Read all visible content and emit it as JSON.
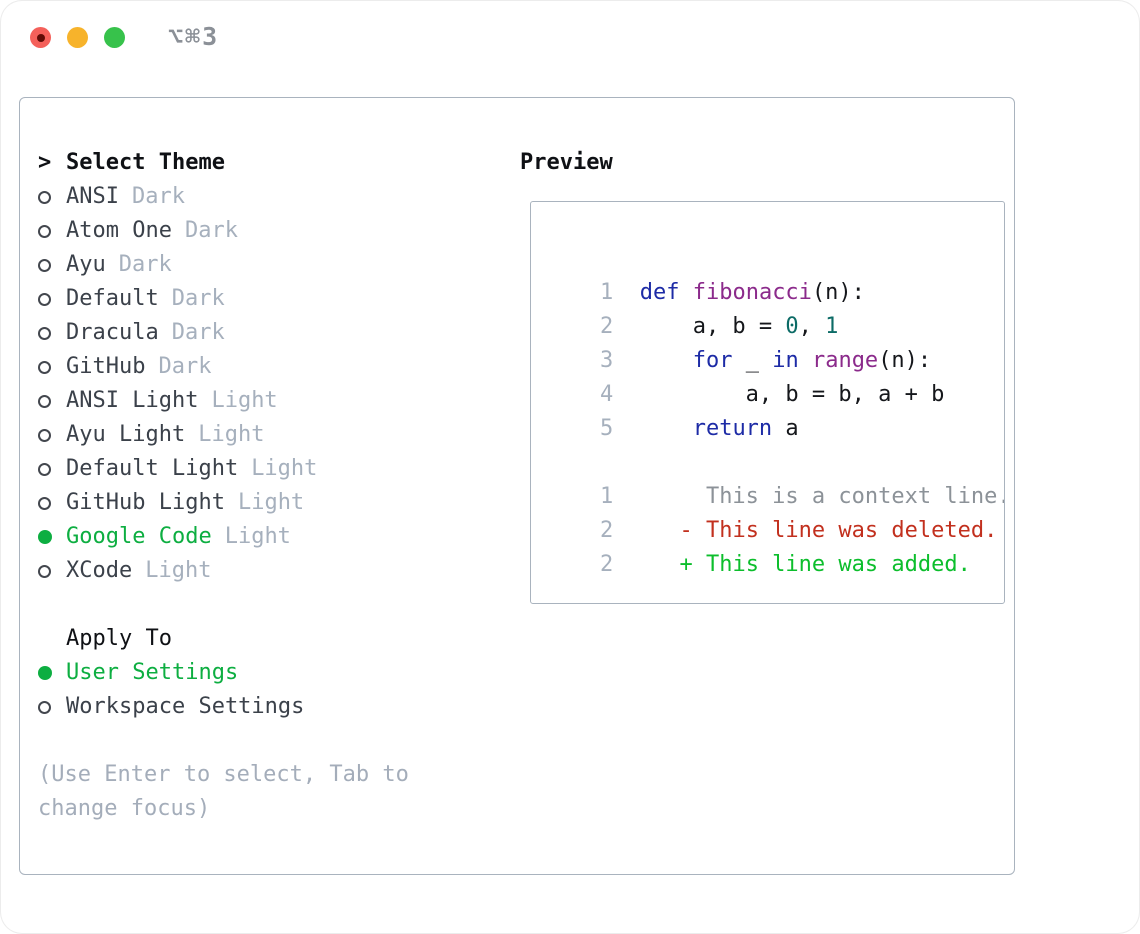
{
  "titlebar": {
    "title": "⌥⌘3",
    "buttons": [
      "close",
      "minimize",
      "zoom"
    ]
  },
  "theme_list": {
    "prompt": ">",
    "title": "Select Theme",
    "items": [
      {
        "name": "ANSI",
        "tag": "Dark",
        "selected": false
      },
      {
        "name": "Atom One",
        "tag": "Dark",
        "selected": false
      },
      {
        "name": "Ayu",
        "tag": "Dark",
        "selected": false
      },
      {
        "name": "Default",
        "tag": "Dark",
        "selected": false
      },
      {
        "name": "Dracula",
        "tag": "Dark",
        "selected": false
      },
      {
        "name": "GitHub",
        "tag": "Dark",
        "selected": false
      },
      {
        "name": "ANSI Light",
        "tag": "Light",
        "selected": false
      },
      {
        "name": "Ayu Light",
        "tag": "Light",
        "selected": false
      },
      {
        "name": "Default Light",
        "tag": "Light",
        "selected": false
      },
      {
        "name": "GitHub Light",
        "tag": "Light",
        "selected": false
      },
      {
        "name": "Google Code",
        "tag": "Light",
        "selected": true
      },
      {
        "name": "XCode",
        "tag": "Light",
        "selected": false
      }
    ]
  },
  "apply_to": {
    "title": "Apply To",
    "options": [
      {
        "label": "User Settings",
        "selected": true
      },
      {
        "label": "Workspace Settings",
        "selected": false
      }
    ]
  },
  "hint": "(Use Enter to select, Tab to change focus)",
  "preview": {
    "title": "Preview",
    "code_lines": [
      {
        "num": "1",
        "segs": [
          {
            "t": "def",
            "c": "kw"
          },
          {
            "t": " ",
            "c": "plain"
          },
          {
            "t": "fibonacci",
            "c": "fn"
          },
          {
            "t": "(n):",
            "c": "plain"
          }
        ]
      },
      {
        "num": "2",
        "segs": [
          {
            "t": "    a, b = ",
            "c": "plain"
          },
          {
            "t": "0",
            "c": "num"
          },
          {
            "t": ", ",
            "c": "plain"
          },
          {
            "t": "1",
            "c": "num"
          }
        ]
      },
      {
        "num": "3",
        "segs": [
          {
            "t": "    ",
            "c": "plain"
          },
          {
            "t": "for",
            "c": "kw"
          },
          {
            "t": " _ ",
            "c": "plain"
          },
          {
            "t": "in",
            "c": "kw"
          },
          {
            "t": " ",
            "c": "plain"
          },
          {
            "t": "range",
            "c": "fn"
          },
          {
            "t": "(n):",
            "c": "plain"
          }
        ]
      },
      {
        "num": "4",
        "segs": [
          {
            "t": "        a, b = b, a + b",
            "c": "plain"
          }
        ]
      },
      {
        "num": "5",
        "segs": [
          {
            "t": "    ",
            "c": "plain"
          },
          {
            "t": "return",
            "c": "kw"
          },
          {
            "t": " a",
            "c": "plain"
          }
        ]
      }
    ],
    "diff_lines": [
      {
        "num": "1",
        "segs": [
          {
            "t": "     This is a context line.",
            "c": "ctx"
          }
        ]
      },
      {
        "num": "2",
        "segs": [
          {
            "t": "   ",
            "c": "plain"
          },
          {
            "t": "- This line was deleted.",
            "c": "del"
          }
        ]
      },
      {
        "num": "2",
        "segs": [
          {
            "t": "   ",
            "c": "plain"
          },
          {
            "t": "+ This line was added.",
            "c": "add"
          }
        ]
      }
    ]
  },
  "colors": {
    "kw": "#1d2ba6",
    "fn": "#8b2a8b",
    "num": "#0c6b66",
    "plain": "#15171b",
    "lnum": "#a6b0bd",
    "ctx": "#8c9298",
    "del": "#c2301e",
    "add": "#0cbe2c",
    "selected_green": "#0dae41",
    "item_name": "#3b414a",
    "item_tag": "#a6b0bd",
    "heading": "#0f1115",
    "hint": "#a4adba",
    "border": "#a9b3be",
    "titlebar_text": "#8b9097",
    "light_red": "#f4605a",
    "light_red_dot": "#600b06",
    "light_yellow": "#f7b32b",
    "light_green": "#37c24b"
  }
}
